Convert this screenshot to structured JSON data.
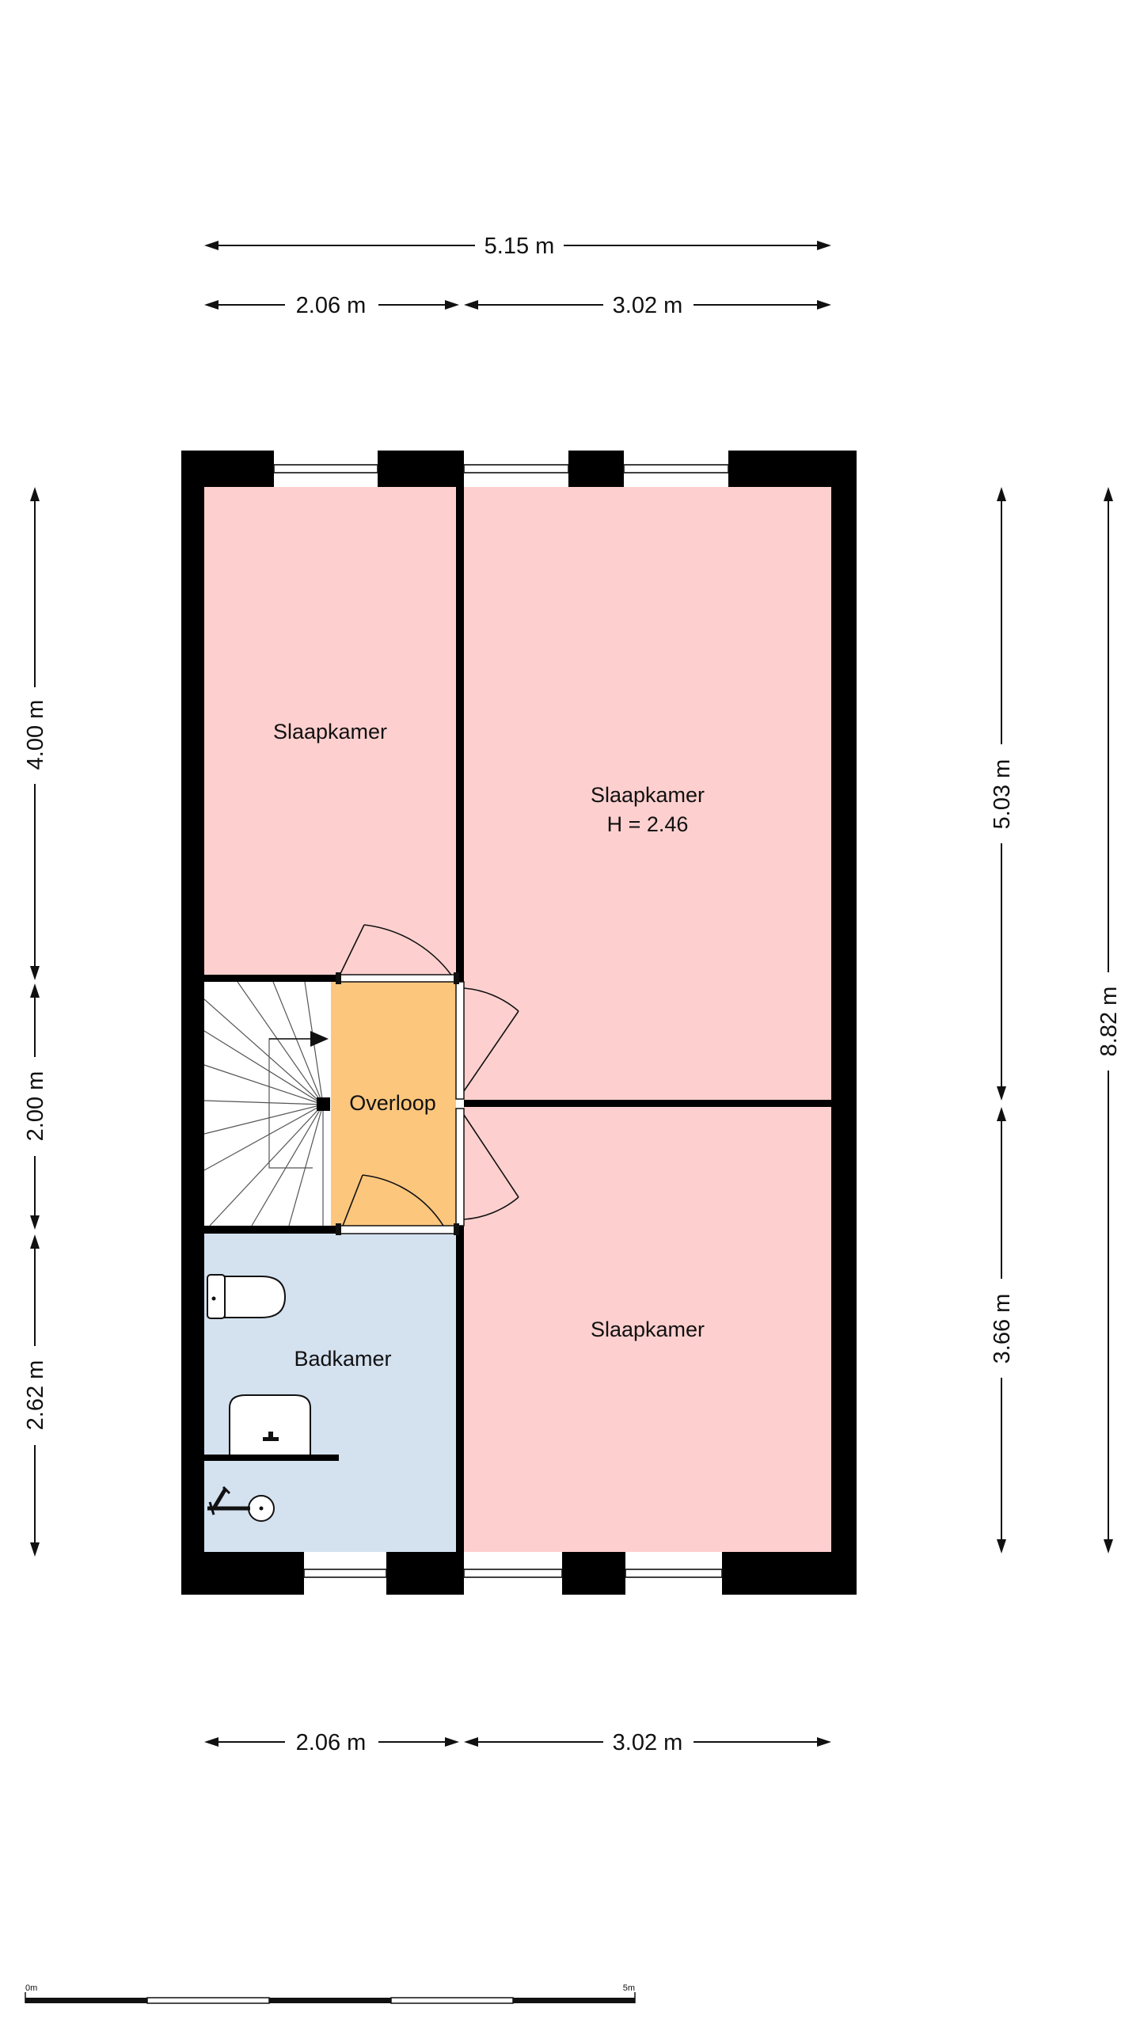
{
  "colors": {
    "bedroom": "#fdd0cf",
    "landing": "#fcc67d",
    "bathroom": "#d4e1ef",
    "wall": "#000000"
  },
  "rooms": {
    "bedroom_top_left": {
      "label": "Slaapkamer"
    },
    "bedroom_top_right": {
      "label": "Slaapkamer",
      "height": "H = 2.46"
    },
    "landing": {
      "label": "Overloop"
    },
    "bathroom": {
      "label": "Badkamer"
    },
    "bedroom_bottom_right": {
      "label": "Slaapkamer"
    }
  },
  "dimensions": {
    "top_total": "5.15 m",
    "top_left": "2.06 m",
    "top_right": "3.02 m",
    "bottom_left": "2.06 m",
    "bottom_right": "3.02 m",
    "left_top": "4.00 m",
    "left_middle": "2.00 m",
    "left_bottom": "2.62 m",
    "right_top": "5.03 m",
    "right_bottom": "3.66 m",
    "right_total": "8.82 m"
  },
  "scale_bar": {
    "start": "0m",
    "end": "5m"
  }
}
